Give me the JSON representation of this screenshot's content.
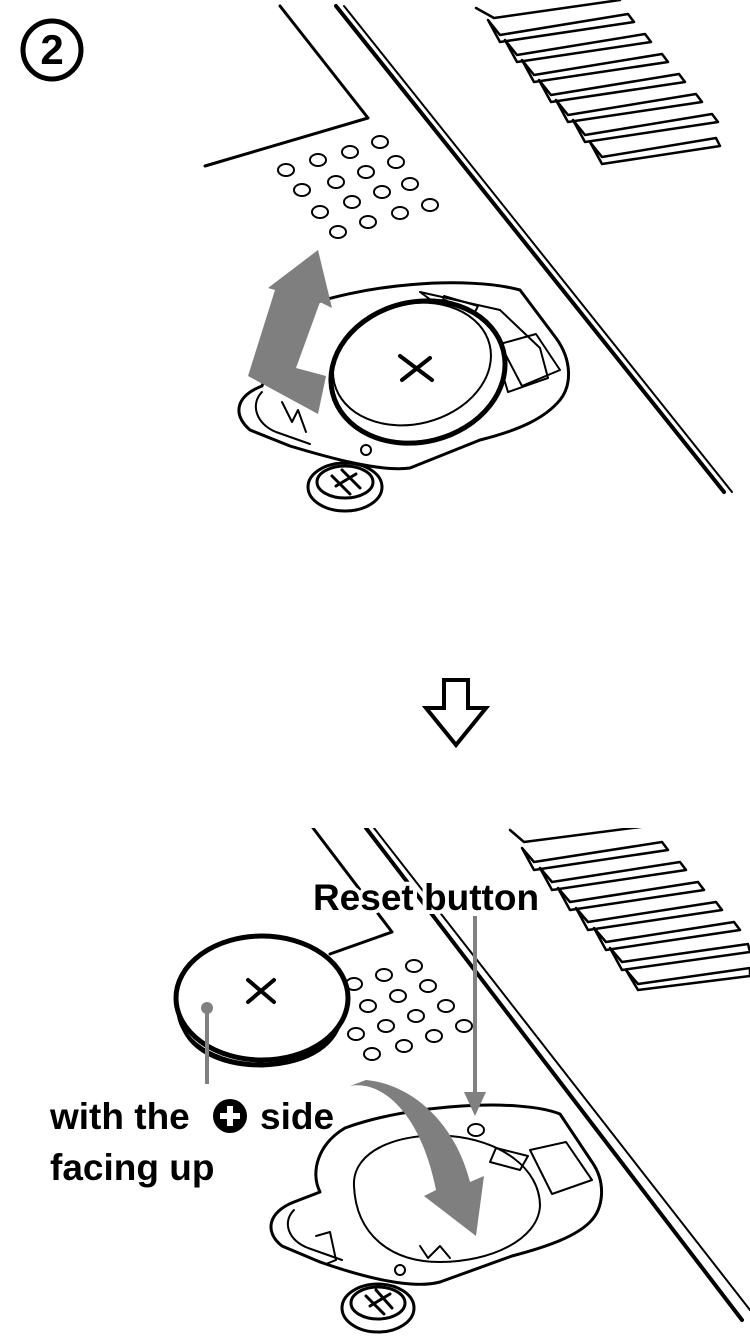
{
  "step": {
    "number": "2"
  },
  "labels": {
    "reset_button": "Reset button",
    "orientation_line1_prefix": "with the",
    "orientation_line1_suffix": "side",
    "orientation_line2": "facing up"
  },
  "icons": {
    "step_badge": "circled-number-icon",
    "transition_arrow": "down-arrow-outline-icon",
    "removal_arrow": "up-arrow-icon",
    "insertion_arrow": "curved-down-arrow-icon",
    "plus_symbol": "plus-circle-icon",
    "battery_mark": "cross-mark-icon"
  },
  "colors": {
    "line": "#000000",
    "arrow_fill": "#7f7f7f",
    "leader_line": "#808080",
    "background": "#ffffff"
  }
}
